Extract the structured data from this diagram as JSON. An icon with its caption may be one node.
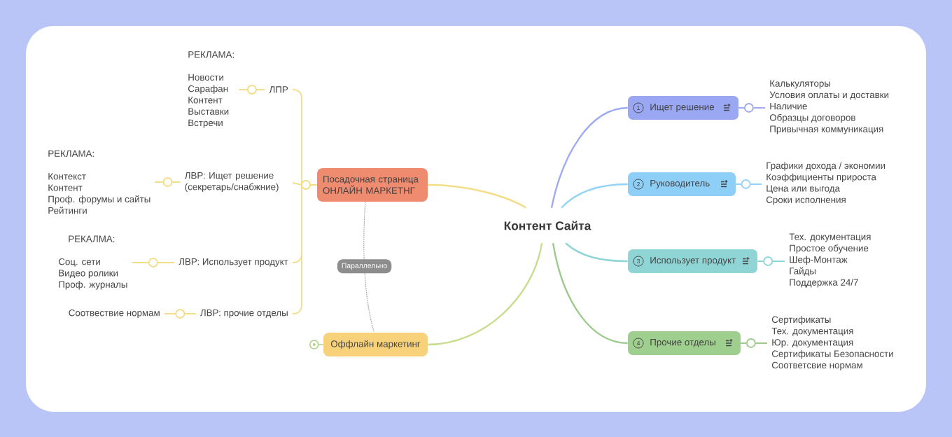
{
  "diagram": {
    "nodes": [
      {
        "text": [
          "Контент Сайта"
        ]
      },
      {
        "text": [
          "Посадочная страница ОНЛАЙН МАРКЕТНГ"
        ]
      },
      {
        "text": [
          "ЛПР"
        ]
      },
      {
        "text": [
          "РЕКЛАМА:",
          "Новости",
          "Сарафан",
          "Контент",
          "Выставки",
          "Встречи"
        ]
      },
      {
        "text": [
          "ЛВР: Ищет решение (секретарь/снабжние)"
        ]
      },
      {
        "text": [
          "РЕКЛАМА:",
          "Контекст",
          "Контент",
          "Проф. форумы и сайты",
          "Рейтинги"
        ]
      },
      {
        "text": [
          "ЛВР: Использует продукт"
        ]
      },
      {
        "text": [
          "РЕКАЛМА:",
          "Соц. сети",
          "Видео ролики",
          "Проф. журналы"
        ]
      },
      {
        "text": [
          "ЛВР: прочие отделы"
        ]
      },
      {
        "text": [
          "Соотвествие нормам"
        ]
      },
      {
        "text": [
          "Оффлайн маркетинг"
        ]
      },
      {
        "text": [
          "1",
          "Ищет решение"
        ]
      },
      {
        "text": [
          "Калькуляторы",
          "Условия оплаты и доставки",
          "Наличие",
          "Образцы договоров",
          "Привычная коммуникация"
        ]
      },
      {
        "text": [
          "2",
          "Руководитель"
        ]
      },
      {
        "text": [
          "Графики дохода / экономии",
          "Коэффициенты прироста",
          "Цена или выгода",
          "Сроки исполнения"
        ]
      },
      {
        "text": [
          "3",
          "Использует продукт"
        ]
      },
      {
        "text": [
          "Тех. документация",
          "Простое обучение",
          "Шеф-Монтаж",
          "Гайды",
          "Поддержка 24/7"
        ]
      },
      {
        "text": [
          "4",
          "Прочие отделы"
        ]
      },
      {
        "text": [
          "Сертификаты",
          "Тех. документация",
          "Юр. документация",
          "Сертификаты Безопасности",
          "Соответсвие нормам"
        ]
      }
    ],
    "edges": [
      {
        "from": 0,
        "to": 1,
        "arrow": "none"
      },
      {
        "from": 0,
        "to": 10,
        "arrow": "none",
        "color": "#c8dd8f"
      },
      {
        "from": 0,
        "to": 11,
        "arrow": "none",
        "color": "#9eabf2"
      },
      {
        "from": 0,
        "to": 13,
        "arrow": "none",
        "color": "#94d3f7"
      },
      {
        "from": 0,
        "to": 15,
        "arrow": "none",
        "color": "#90d5d8"
      },
      {
        "from": 0,
        "to": 17,
        "arrow": "none",
        "color": "#9dcb8e"
      },
      {
        "from": 1,
        "to": 2,
        "arrow": "none"
      },
      {
        "from": 1,
        "to": 4,
        "arrow": "none"
      },
      {
        "from": 1,
        "to": 6,
        "arrow": "none"
      },
      {
        "from": 1,
        "to": 8,
        "arrow": "none"
      },
      {
        "from": 2,
        "to": 3,
        "arrow": "none"
      },
      {
        "from": 4,
        "to": 5,
        "arrow": "none"
      },
      {
        "from": 6,
        "to": 7,
        "arrow": "none"
      },
      {
        "from": 8,
        "to": 9,
        "arrow": "none"
      },
      {
        "from": 11,
        "to": 12,
        "arrow": "none",
        "color": "#9eabf2"
      },
      {
        "from": 13,
        "to": 14,
        "arrow": "none",
        "color": "#94d3f7"
      },
      {
        "from": 15,
        "to": 16,
        "arrow": "none",
        "color": "#90d5d8"
      },
      {
        "from": 17,
        "to": 18,
        "arrow": "none",
        "color": "#9dcb8e"
      },
      {
        "from": 1,
        "to": 10,
        "arrow": "none",
        "style": "dashed",
        "color": "#9a9a9a",
        "label": "Параллельно"
      }
    ]
  }
}
